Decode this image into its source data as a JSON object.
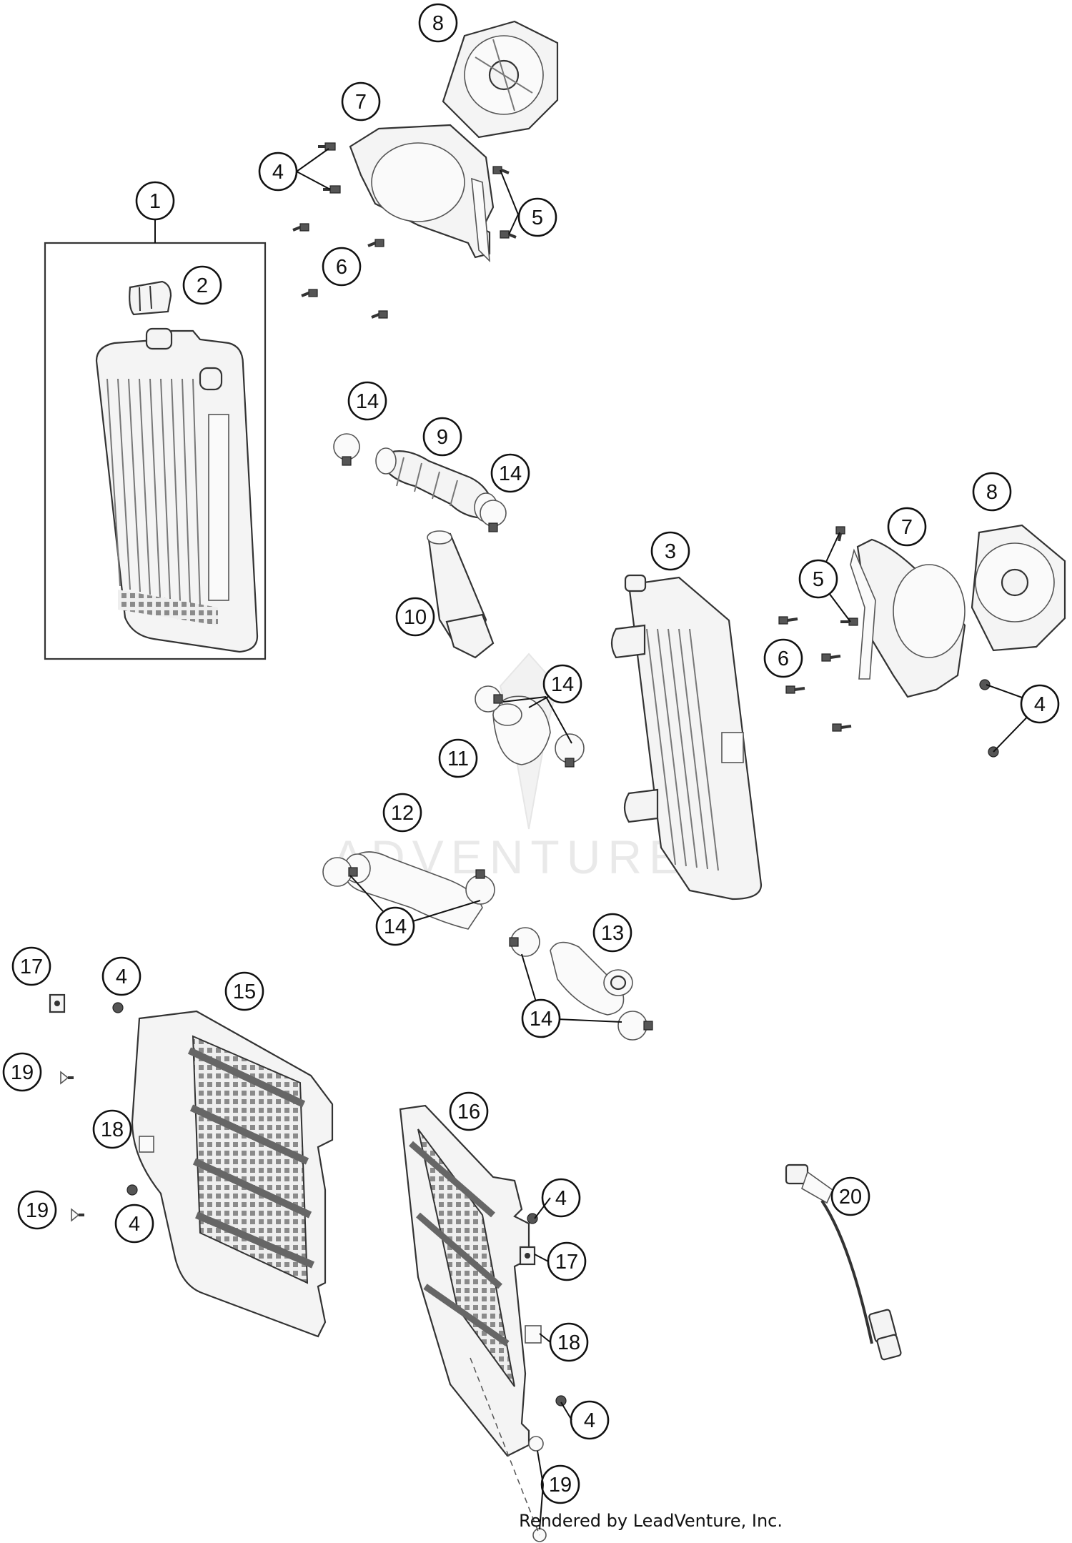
{
  "callouts": [
    "1",
    "2",
    "3",
    "4",
    "5",
    "6",
    "7",
    "8",
    "9",
    "10",
    "11",
    "12",
    "13",
    "14",
    "15",
    "16",
    "17",
    "18",
    "19",
    "20"
  ],
  "watermark": "ADVENTURE",
  "credit": "Rendered by LeadVenture, Inc."
}
